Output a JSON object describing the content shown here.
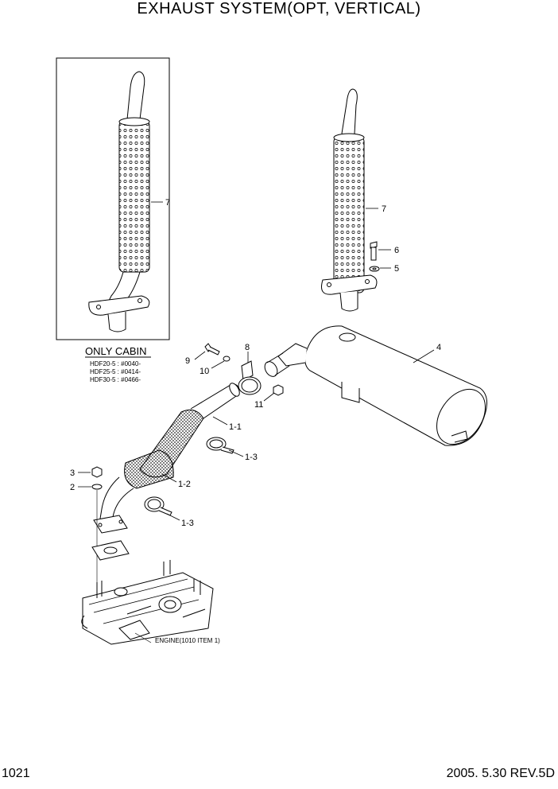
{
  "page": {
    "title": "EXHAUST SYSTEM(OPT, VERTICAL)",
    "page_number": "1021",
    "revision": "2005. 5.30 REV.5D"
  },
  "inset": {
    "heading": "ONLY CABIN",
    "serials": [
      "HDF20-5 : #0040-",
      "HDF25-5 : #0414-",
      "HDF30-5 : #0466-"
    ],
    "callout": "7"
  },
  "callouts": {
    "p1": "1-1",
    "p2": "1-2",
    "p3a": "1-3",
    "p3b": "1-3",
    "c2": "2",
    "c3": "3",
    "c4": "4",
    "c5": "5",
    "c6": "6",
    "c7": "7",
    "c8": "8",
    "c9": "9",
    "c10": "10",
    "c11": "11"
  },
  "engine_note": "ENGINE(1010 ITEM 1)"
}
